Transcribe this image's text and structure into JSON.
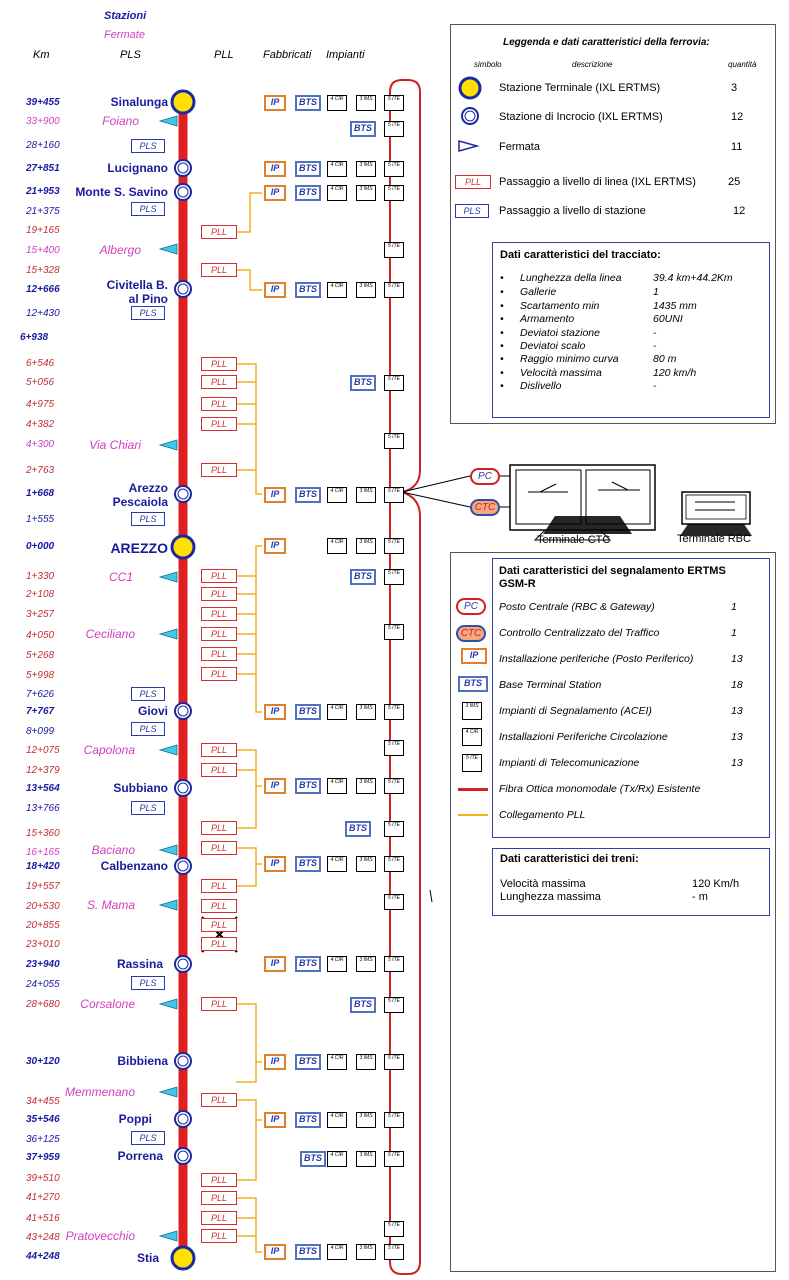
{
  "header": {
    "stazioni": "Stazioni",
    "fermate": "Fermate",
    "km": "Km",
    "pls": "PLS",
    "pll": "PLL",
    "fabbricati": "Fabbricati",
    "impianti": "Impianti"
  },
  "codes": {
    "ip": "IP",
    "bts": "BTS",
    "pls": "PLS",
    "pll": "PLL",
    "cir": "4 CIR",
    "ims": "3 IMS",
    "ite": "5 ITE",
    "pc": "PC",
    "ctc": "CTC"
  },
  "km_labels": [
    {
      "t": "39+455",
      "c": "blue"
    },
    {
      "t": "33+900",
      "c": "pink"
    },
    {
      "t": "28+160",
      "c": "blue-n"
    },
    {
      "t": "27+851",
      "c": "blue"
    },
    {
      "t": "21+953",
      "c": "blue"
    },
    {
      "t": "21+375",
      "c": "blue-n"
    },
    {
      "t": "19+165",
      "c": "red"
    },
    {
      "t": "15+400",
      "c": "pink"
    },
    {
      "t": "15+328",
      "c": "red"
    },
    {
      "t": "12+666",
      "c": "blue"
    },
    {
      "t": "12+430",
      "c": "blue-n"
    },
    {
      "t": "6+938",
      "c": "blue"
    },
    {
      "t": "6+546",
      "c": "red"
    },
    {
      "t": "5+056",
      "c": "red"
    },
    {
      "t": "4+975",
      "c": "red"
    },
    {
      "t": "4+382",
      "c": "red"
    },
    {
      "t": "4+300",
      "c": "pink"
    },
    {
      "t": "2+763",
      "c": "red"
    },
    {
      "t": "1+668",
      "c": "blue"
    },
    {
      "t": "1+555",
      "c": "blue-n"
    },
    {
      "t": "0+000",
      "c": "blue"
    },
    {
      "t": "1+330",
      "c": "red"
    },
    {
      "t": "2+108",
      "c": "red"
    },
    {
      "t": "3+257",
      "c": "red"
    },
    {
      "t": "4+050",
      "c": "red"
    },
    {
      "t": "5+268",
      "c": "red"
    },
    {
      "t": "5+998",
      "c": "red"
    },
    {
      "t": "7+626",
      "c": "blue-n"
    },
    {
      "t": "7+767",
      "c": "blue"
    },
    {
      "t": "8+099",
      "c": "blue-n"
    },
    {
      "t": "12+075",
      "c": "red"
    },
    {
      "t": "12+379",
      "c": "red"
    },
    {
      "t": "13+564",
      "c": "blue"
    },
    {
      "t": "13+766",
      "c": "blue-n"
    },
    {
      "t": "15+360",
      "c": "red"
    },
    {
      "t": "16+165",
      "c": "pink"
    },
    {
      "t": "18+420",
      "c": "blue"
    },
    {
      "t": "19+557",
      "c": "red"
    },
    {
      "t": "20+530",
      "c": "red"
    },
    {
      "t": "20+855",
      "c": "red"
    },
    {
      "t": "23+010",
      "c": "red"
    },
    {
      "t": "23+940",
      "c": "blue"
    },
    {
      "t": "24+055",
      "c": "blue-n"
    },
    {
      "t": "28+680",
      "c": "red"
    },
    {
      "t": "30+120",
      "c": "blue"
    },
    {
      "t": "34+455",
      "c": "red"
    },
    {
      "t": "35+546",
      "c": "blue"
    },
    {
      "t": "36+125",
      "c": "blue-n"
    },
    {
      "t": "37+959",
      "c": "blue"
    },
    {
      "t": "39+510",
      "c": "red"
    },
    {
      "t": "41+270",
      "c": "red"
    },
    {
      "t": "41+516",
      "c": "red"
    },
    {
      "t": "43+248",
      "c": "red"
    },
    {
      "t": "44+248",
      "c": "blue"
    }
  ],
  "stations": [
    "Sinalunga",
    "Lucignano",
    "Monte S. Savino",
    "Civitella B.",
    "al Pino",
    "Arezzo",
    "Pescaiola",
    "AREZZO",
    "Giovi",
    "Subbiano",
    "Calbenzano",
    "Rassina",
    "Bibbiena",
    "Poppi",
    "Porrena",
    "Stia"
  ],
  "stops": [
    "Foiano",
    "Albergo",
    "Via Chiari",
    "CC1",
    "Ceciliano",
    "Capolona",
    "Baciano",
    "S. Mama",
    "Corsalone",
    "Memmenano",
    "Pratovecchio"
  ],
  "terminals": {
    "ctc": "Terminale CTC",
    "rbc": "Terminale RBC"
  },
  "legend": {
    "title": "Leggenda e dati caratteristici della ferrovia:",
    "col_simbolo": "simbolo",
    "col_descrizione": "descrizione",
    "col_quantita": "quantità",
    "rows": [
      {
        "desc": "Stazione Terminale (IXL ERTMS)",
        "qty": "3"
      },
      {
        "desc": "Stazione di Incrocio  (IXL ERTMS)",
        "qty": "12"
      },
      {
        "desc": "Fermata",
        "qty": "11"
      },
      {
        "desc": "Passaggio a livello di linea   (IXL ERTMS)",
        "qty": "25"
      },
      {
        "desc": "Passaggio a livello di stazione",
        "qty": "12"
      }
    ]
  },
  "tracciato": {
    "title": "Dati caratteristici del tracciato:",
    "rows": [
      {
        "k": "Lunghezza della linea",
        "v": "39.4 km+44.2Km"
      },
      {
        "k": "Gallerie",
        "v": "1"
      },
      {
        "k": "Scartamento min",
        "v": "1435 mm"
      },
      {
        "k": "Armamento",
        "v": "60UNI"
      },
      {
        "k": "Deviatoi stazione",
        "v": "-"
      },
      {
        "k": "Deviatoi scalo",
        "v": "-"
      },
      {
        "k": "Raggio minimo curva",
        "v": "80 m"
      },
      {
        "k": "Velocità massima",
        "v": "120 km/h"
      },
      {
        "k": "Dislivello",
        "v": "-"
      }
    ]
  },
  "segnalamento": {
    "title1": "Dati caratteristici del segnalamento ERTMS",
    "title2": "GSM-R",
    "rows": [
      {
        "desc": "Posto Centrale (RBC & Gateway)",
        "qty": "1"
      },
      {
        "desc": "Controllo Centralizzato del Traffico",
        "qty": "1"
      },
      {
        "desc": "Installazione periferiche (Posto Periferico)",
        "qty": "13"
      },
      {
        "desc": "Base Terminal Station",
        "qty": "18"
      },
      {
        "desc": "Impianti di Segnalamento (ACEI)",
        "qty": "13"
      },
      {
        "desc": "Installazioni Periferiche Circolazione",
        "qty": "13"
      },
      {
        "desc": "Impianti di Telecomunicazione",
        "qty": "13"
      },
      {
        "desc": "Fibra Ottica monomodale (Tx/Rx) Esistente",
        "qty": ""
      },
      {
        "desc": "Collegamento PLL",
        "qty": ""
      }
    ]
  },
  "treni": {
    "title": "Dati caratteristici dei treni:",
    "rows": [
      {
        "k": "Velocità massima",
        "v": "120 Km/h"
      },
      {
        "k": "Lunghezza massima",
        "v": "- m"
      }
    ]
  },
  "colors": {
    "track": "#e02020",
    "fiber": "#d02020",
    "pll_link": "#f0b020",
    "station_fill": "#ffe000",
    "station_ring": "#1a2aa0",
    "stop": "#40c8e8"
  }
}
